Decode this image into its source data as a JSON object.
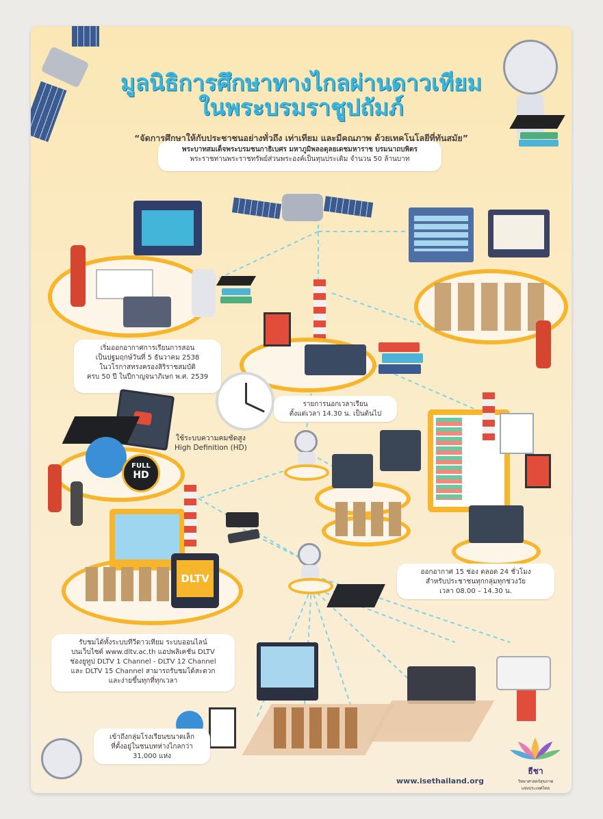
{
  "header": {
    "title_line1": "มูลนิธิการศึกษาทางไกลผ่านดาวเทียม",
    "title_line2": "ในพระบรมราชูปถัมภ์",
    "subtitle": "“จัดการศึกษาให้กับประชาชนอย่างทั่วถึง เท่าเทียม และมีคุณภาพ ด้วยเทคโนโลยีที่ทันสมัย”"
  },
  "intro": {
    "line1": "พระบาทสมเด็จพระบรมชนกาธิเบศร มหาภูมิพลอดุลยเดชมหาราช บรมนาถบพิตร",
    "line2": "พระราชทานพระราชทรัพย์ส่วนพระองค์เป็นทุนประเดิม จำนวน 50 ล้านบาท"
  },
  "boxes": {
    "start_broadcast": [
      "เริ่มออกอากาศการเรียนการสอน",
      "เป็นปฐมฤกษ์วันที่ 5 ธันวาคม 2538",
      "ในวโรกาสทรงครองสิริราชสมบัติ",
      "ครบ 50 ปี ในปีกาญจนาภิเษก พ.ศ. 2539"
    ],
    "after_school": [
      "รายการนอกเวลาเรียน",
      "ตั้งแต่เวลา 14.30 น. เป็นต้นไป"
    ],
    "hd": [
      "ใช้ระบบความคมชัดสูง",
      "High Definition (HD)"
    ],
    "channels": [
      "ออกอากาศ 15 ช่อง ตลอด 24 ชั่วโมง",
      "สำหรับประชาชนทุกกลุ่มทุกช่วงวัย",
      "เวลา 08.00 – 14.30 น."
    ],
    "watch": [
      "รับชมได้ทั้งระบบทีวีดาวเทียม ระบบออนไลน์",
      "บนเว็บไซต์ www.dltv.ac.th แอปพลิเคชัน DLTV",
      "ช่องยูทูป DLTV 1 Channel - DLTV 12 Channel",
      "และ DLTV 15 Channel สามารถรับชมได้สะดวก",
      "และง่ายขึ้นทุกที่ทุกเวลา"
    ],
    "schools": [
      "เข้าถึงกลุ่มโรงเรียนขนาดเล็ก",
      "ที่ตั้งอยู่ในชนบทห่างไกลกว่า",
      "31,000 แห่ง"
    ]
  },
  "badges": {
    "full": "FULL",
    "hd": "HD",
    "dltv": "DLTV"
  },
  "footer": {
    "url": "www.isethailand.org",
    "logo_name": "ธีชา",
    "logo_sub1": "วิทยาศาสตร์สุขภาพ",
    "logo_sub2": "แห่งประเทศไทย"
  },
  "colors": {
    "title": "#3cb6dc",
    "ring": "#f6b52a",
    "connector": "#7ed3e8",
    "background": "#fbe7b5"
  }
}
